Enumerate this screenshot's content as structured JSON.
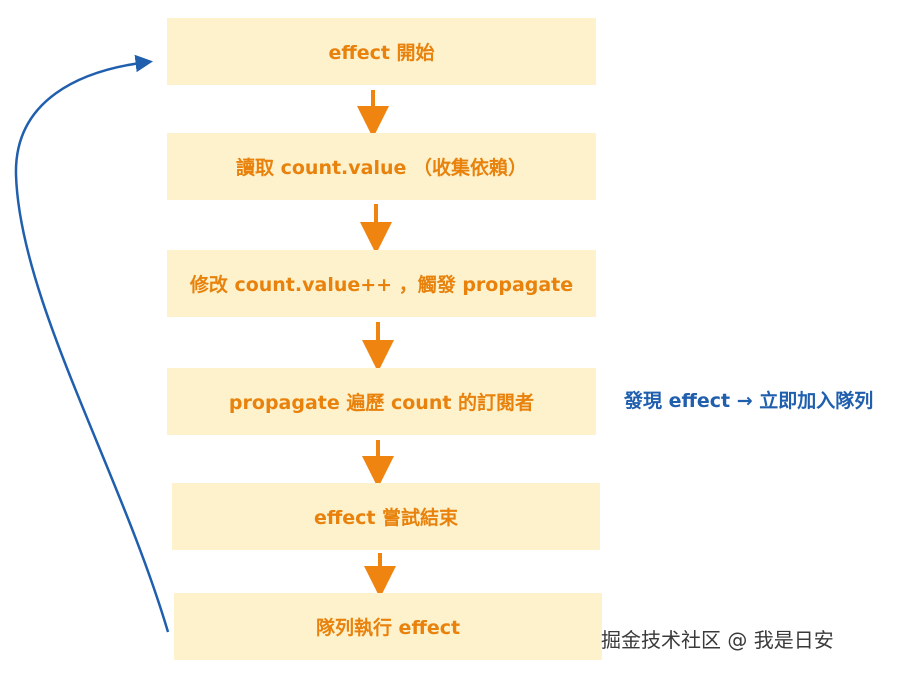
{
  "steps": [
    "effect 開始",
    "讀取 count.value （收集依賴）",
    "修改 count.value++ ，觸發 propagate",
    "propagate 遍歷 count 的訂閱者",
    "effect 嘗試結束",
    "隊列執行 effect"
  ],
  "side_note": "發現 effect → 立即加入隊列",
  "watermark": "掘金技术社区 @ 我是日安",
  "colors": {
    "box_fill": "#fdf2cc",
    "step_text": "#e8820c",
    "down_arrow": "#ef8410",
    "loop_arrow": "#1f5fae",
    "note_text": "#1f5fae"
  }
}
